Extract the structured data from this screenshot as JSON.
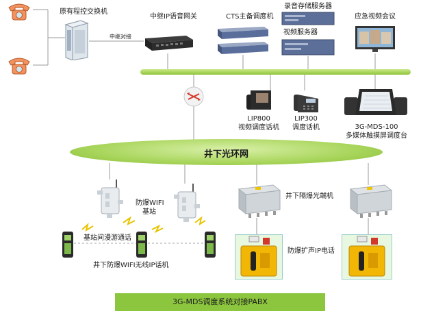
{
  "labels": {
    "pbx": "原有程控交换机",
    "trunk": "中继对接",
    "gateway": "中继IP语音网关",
    "cts_main": "CTS主备调度机",
    "recording": "录音存储服务器",
    "video_server": "视频服务器",
    "video_conf": "应急视频会议",
    "lip800": "LIP800",
    "lip800_desc": "视频调度话机",
    "lip300": "LIP300",
    "lip300_desc": "调度话机",
    "console_model": "3G-MDS-100",
    "console_desc": "多媒体触摸屏调度台",
    "ring": "井下光环网",
    "wifi_station_1": "防爆WIFI",
    "wifi_station_2": "基站",
    "fiber_terminal": "井下隔爆光端机",
    "roaming": "基站间漫游通话",
    "speaker_phone": "防爆扩声IP电话",
    "wifi_phone": "井下防爆WIFI无线IP话机",
    "pabx": "3G-MDS调度系统对接PABX"
  },
  "colors": {
    "bus": "#8fc43a",
    "ring": "#a8d55b",
    "pabx": "#8cc63f",
    "yellow_box": "#f2b705",
    "panel_bg": "#e8f7e0"
  },
  "icons": [
    "telephone-icon",
    "pbx-cabinet-icon",
    "gateway-icon",
    "server-icon",
    "monitor-icon",
    "video-phone-icon",
    "ip-phone-icon",
    "touch-console-icon",
    "router-icon",
    "wifi-base-station-icon",
    "wifi-handset-icon",
    "fiber-terminal-icon",
    "speaker-phone-icon"
  ]
}
